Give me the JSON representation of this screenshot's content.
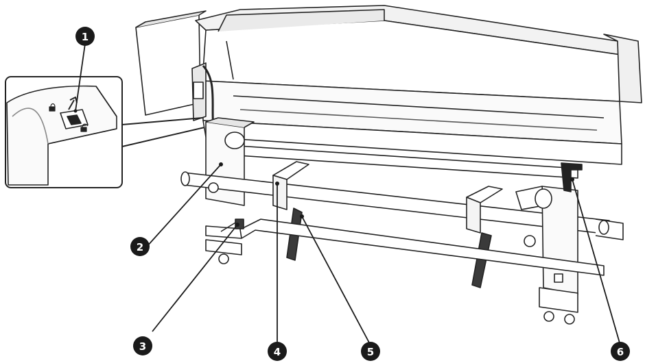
{
  "callouts": [
    {
      "number": "1"
    },
    {
      "number": "2"
    },
    {
      "number": "3"
    },
    {
      "number": "4"
    },
    {
      "number": "5"
    },
    {
      "number": "6"
    }
  ],
  "colors": {
    "line": "#222222",
    "fill": "#ffffff",
    "shade": "#d9d9d9",
    "dark": "#3a3a3a",
    "callout": "#1a1a1a"
  }
}
